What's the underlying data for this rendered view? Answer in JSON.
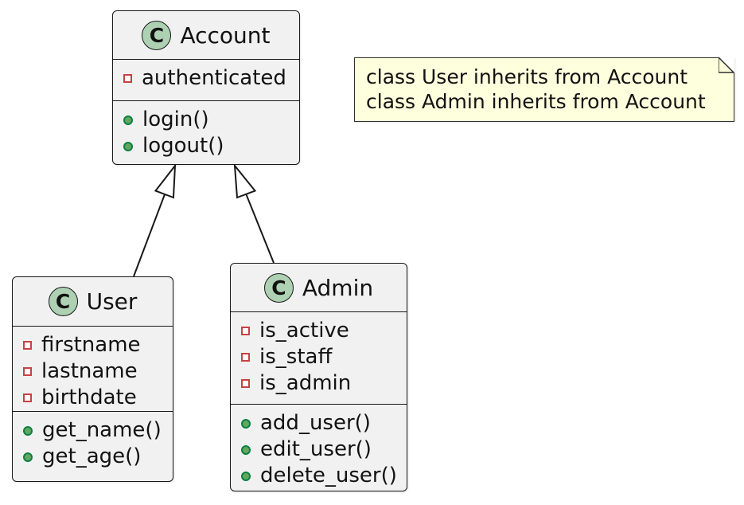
{
  "diagram": {
    "type": "uml-class-diagram",
    "colors": {
      "background": "#FFFFFF",
      "box_fill": "#F1F1F1",
      "box_border": "#181818",
      "class_icon_fill": "#ADD1B2",
      "field_icon_border": "#C74242",
      "method_icon_fill": "#61A75D",
      "method_icon_border": "#0B8043",
      "note_fill": "#FEFFDD",
      "text": "#121212"
    }
  },
  "classes": {
    "account": {
      "badge_letter": "C",
      "name": "Account",
      "fields": [
        "authenticated"
      ],
      "methods": [
        "login()",
        "logout()"
      ]
    },
    "user": {
      "badge_letter": "C",
      "name": "User",
      "fields": [
        "firstname",
        "lastname",
        "birthdate"
      ],
      "methods": [
        "get_name()",
        "get_age()"
      ]
    },
    "admin": {
      "badge_letter": "C",
      "name": "Admin",
      "fields": [
        "is_active",
        "is_staff",
        "is_admin"
      ],
      "methods": [
        "add_user()",
        "edit_user()",
        "delete_user()"
      ]
    }
  },
  "note": {
    "lines": [
      "class User inherits from Account",
      "class Admin inherits from Account"
    ]
  },
  "relations": [
    {
      "from": "User",
      "to": "Account",
      "type": "inheritance"
    },
    {
      "from": "Admin",
      "to": "Account",
      "type": "inheritance"
    }
  ]
}
